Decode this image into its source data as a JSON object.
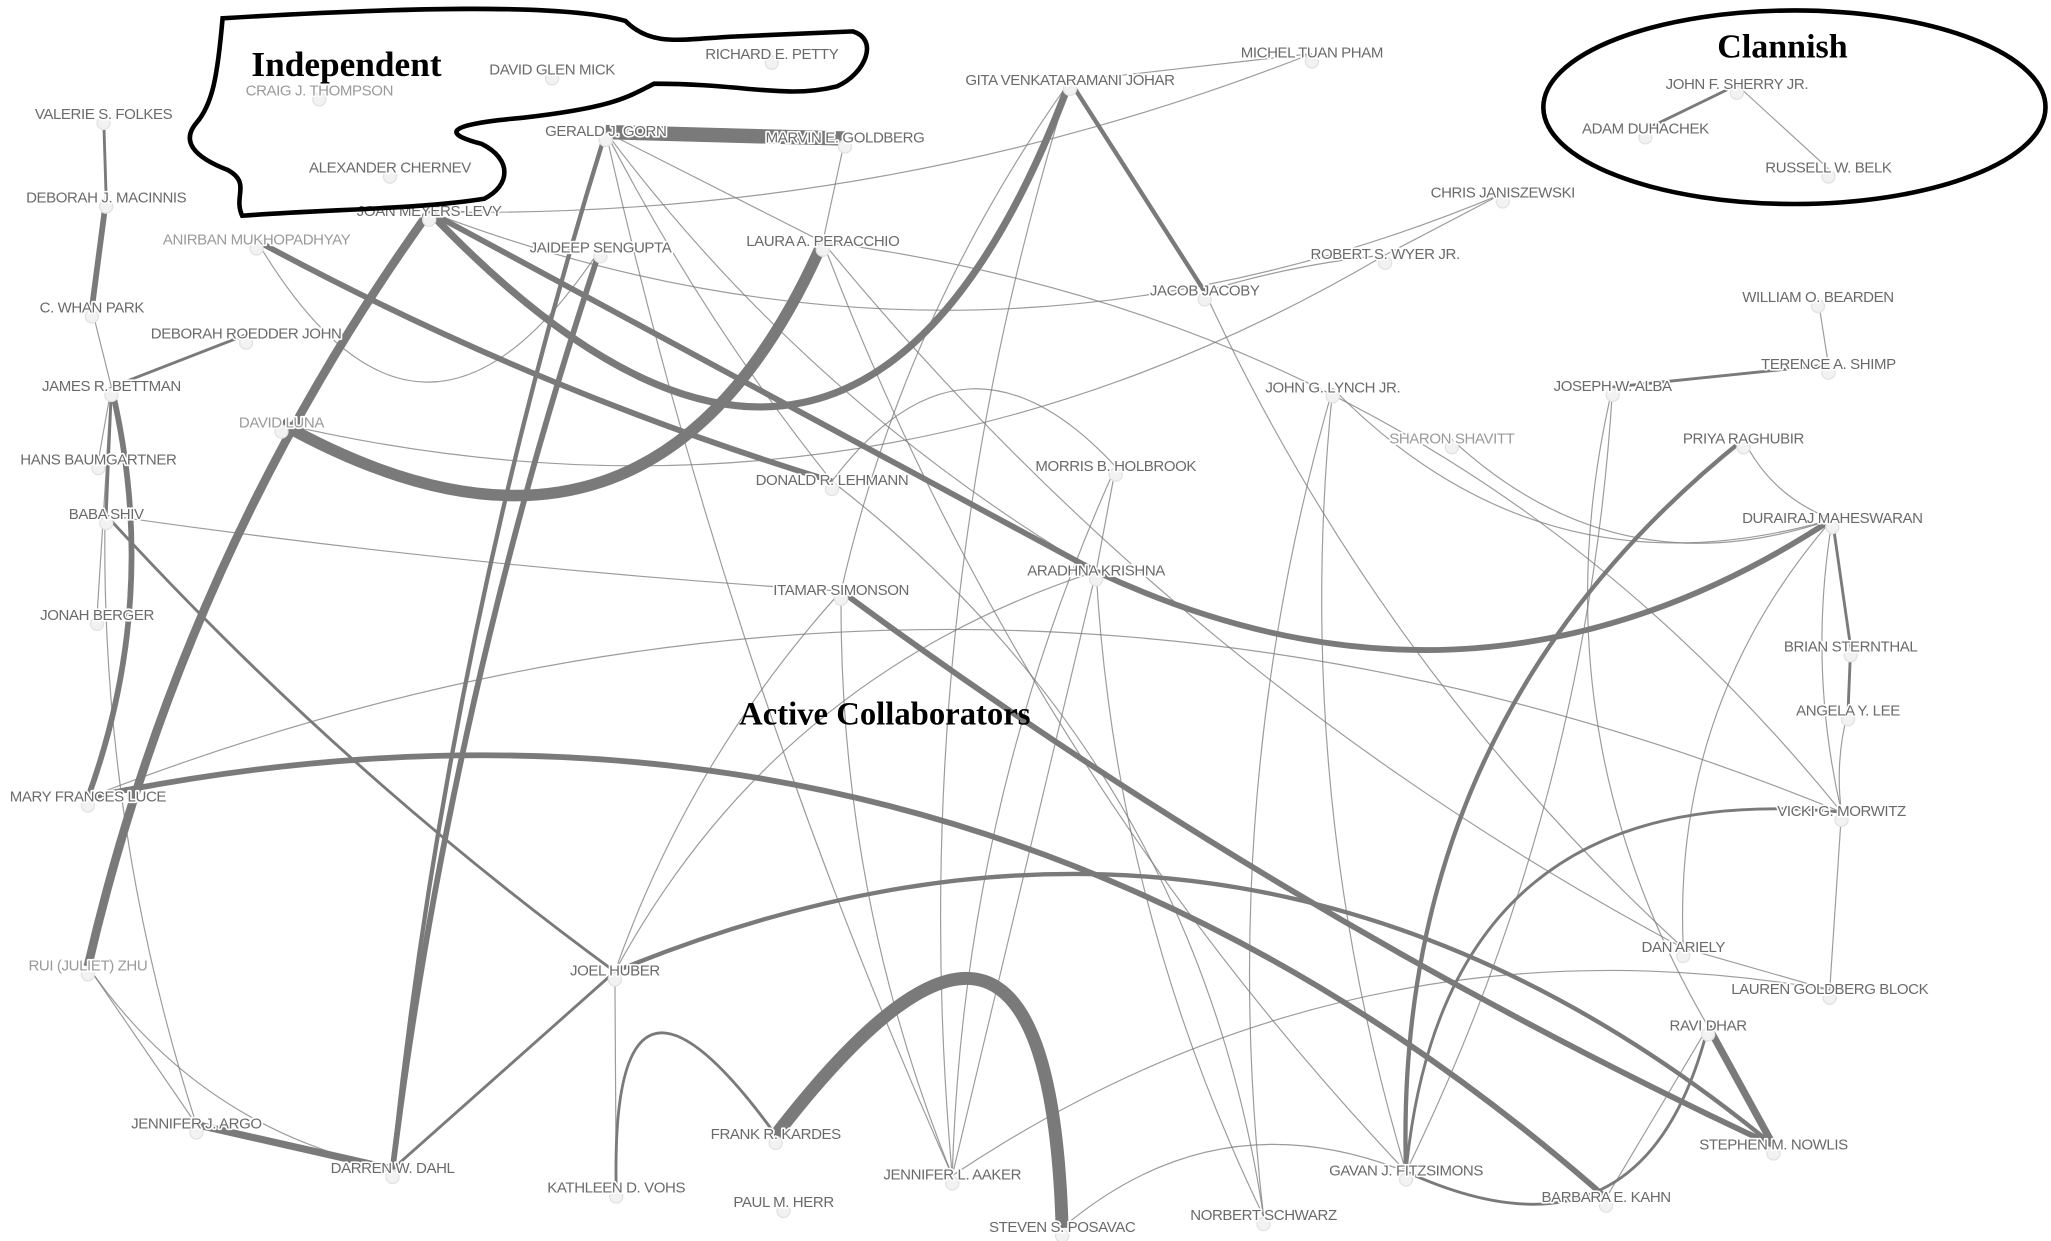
{
  "groups": {
    "independent": "Independent",
    "clannish": "Clannish",
    "active": "Active Collaborators"
  },
  "nodes": [
    "DAVID GLEN MICK",
    "RICHARD E. PETTY",
    "CRAIG J. THOMPSON",
    "VALERIE S. FOLKES",
    "DEBORAH J. MACINNIS",
    "ALEXANDER CHERNEV",
    "JOAN MEYERS-LEVY",
    "ANIRBAN MUKHOPADHYAY",
    "GERALD J. GORN",
    "MARVIN E. GOLDBERG",
    "JAIDEEP SENGUPTA",
    "LAURA A. PERACCHIO",
    "GITA VENKATARAMANI JOHAR",
    "MICHEL TUAN PHAM",
    "JOHN F. SHERRY JR.",
    "ADAM DUHACHEK",
    "RUSSELL W. BELK",
    "CHRIS JANISZEWSKI",
    "ROBERT S. WYER JR.",
    "JACOB JACOBY",
    "WILLIAM O. BEARDEN",
    "TERENCE A. SHIMP",
    "JOSEPH W. ALBA",
    "JOHN G. LYNCH JR.",
    "SHARON SHAVITT",
    "PRIYA RAGHUBIR",
    "C. WHAN PARK",
    "DEBORAH ROEDDER JOHN",
    "JAMES R. BETTMAN",
    "DAVID LUNA",
    "HANS BAUMGARTNER",
    "BABA SHIV",
    "JONAH BERGER",
    "DONALD R. LEHMANN",
    "MORRIS B. HOLBROOK",
    "DURAIRAJ MAHESWARAN",
    "ITAMAR SIMONSON",
    "ARADHNA KRISHNA",
    "BRIAN STERNTHAL",
    "ANGELA Y. LEE",
    "MARY FRANCES LUCE",
    "VICKI G. MORWITZ",
    "RUI (JULIET) ZHU",
    "JOEL HUBER",
    "DAN ARIELY",
    "LAUREN GOLDBERG BLOCK",
    "RAVI DHAR",
    "JENNIFER J. ARGO",
    "FRANK R. KARDES",
    "DARREN W. DAHL",
    "KATHLEEN D. VOHS",
    "PAUL M. HERR",
    "JENNIFER L. AAKER",
    "GAVAN J. FITZSIMONS",
    "STEPHEN M. NOWLIS",
    "BARBARA E. KAHN",
    "STEVEN S. POSAVAC",
    "NORBERT SCHWARZ"
  ],
  "edges": [
    [
      8,
      9,
      10
    ],
    [
      6,
      42,
      6
    ],
    [
      6,
      12,
      5
    ],
    [
      11,
      29,
      8
    ],
    [
      6,
      37,
      4
    ],
    [
      7,
      33,
      4
    ],
    [
      10,
      49,
      4
    ],
    [
      8,
      49,
      3
    ],
    [
      28,
      40,
      4
    ],
    [
      4,
      26,
      4
    ],
    [
      3,
      4,
      2
    ],
    [
      40,
      55,
      4
    ],
    [
      36,
      54,
      4
    ],
    [
      37,
      35,
      4
    ],
    [
      25,
      53,
      3
    ],
    [
      46,
      54,
      5
    ],
    [
      43,
      54,
      3
    ],
    [
      47,
      49,
      5
    ],
    [
      48,
      56,
      9
    ],
    [
      50,
      48,
      2
    ],
    [
      12,
      19,
      3
    ],
    [
      12,
      13,
      1
    ],
    [
      35,
      38,
      2
    ],
    [
      38,
      39,
      2
    ],
    [
      22,
      21,
      2
    ],
    [
      20,
      21,
      1
    ],
    [
      17,
      18,
      1
    ],
    [
      18,
      19,
      1
    ],
    [
      14,
      15,
      2
    ],
    [
      14,
      16,
      1
    ],
    [
      28,
      31,
      2
    ],
    [
      31,
      43,
      2
    ],
    [
      28,
      47,
      1
    ],
    [
      28,
      32,
      1
    ],
    [
      28,
      27,
      2
    ],
    [
      26,
      28,
      1
    ],
    [
      28,
      30,
      1
    ],
    [
      7,
      10,
      1
    ],
    [
      31,
      36,
      1
    ],
    [
      8,
      11,
      1
    ],
    [
      8,
      33,
      1
    ],
    [
      8,
      37,
      1
    ],
    [
      8,
      52,
      1
    ],
    [
      9,
      11,
      1
    ],
    [
      11,
      53,
      1
    ],
    [
      11,
      44,
      1
    ],
    [
      11,
      41,
      1
    ],
    [
      12,
      36,
      1
    ],
    [
      12,
      52,
      1
    ],
    [
      13,
      6,
      1
    ],
    [
      23,
      53,
      1
    ],
    [
      23,
      57,
      1
    ],
    [
      23,
      35,
      1
    ],
    [
      22,
      53,
      1
    ],
    [
      22,
      46,
      1
    ],
    [
      24,
      35,
      1
    ],
    [
      25,
      35,
      1
    ],
    [
      34,
      33,
      1
    ],
    [
      34,
      52,
      1
    ],
    [
      34,
      37,
      1
    ],
    [
      36,
      52,
      1
    ],
    [
      36,
      43,
      1
    ],
    [
      40,
      41,
      1
    ],
    [
      42,
      47,
      1
    ],
    [
      42,
      49,
      1
    ],
    [
      43,
      49,
      2
    ],
    [
      43,
      37,
      1
    ],
    [
      43,
      50,
      1
    ],
    [
      44,
      45,
      1
    ],
    [
      41,
      45,
      1
    ],
    [
      39,
      41,
      1
    ],
    [
      35,
      41,
      1
    ],
    [
      35,
      44,
      1
    ],
    [
      46,
      55,
      1
    ],
    [
      53,
      41,
      2
    ],
    [
      53,
      46,
      2
    ],
    [
      57,
      37,
      1
    ],
    [
      57,
      33,
      1
    ],
    [
      52,
      37,
      1
    ],
    [
      52,
      45,
      1
    ],
    [
      56,
      53,
      1
    ],
    [
      19,
      44,
      1
    ],
    [
      18,
      29,
      1
    ],
    [
      17,
      6,
      1
    ]
  ],
  "colors": {
    "edge": "#7a7a7a",
    "label": "#6a6a6a",
    "outline": "#000000"
  }
}
